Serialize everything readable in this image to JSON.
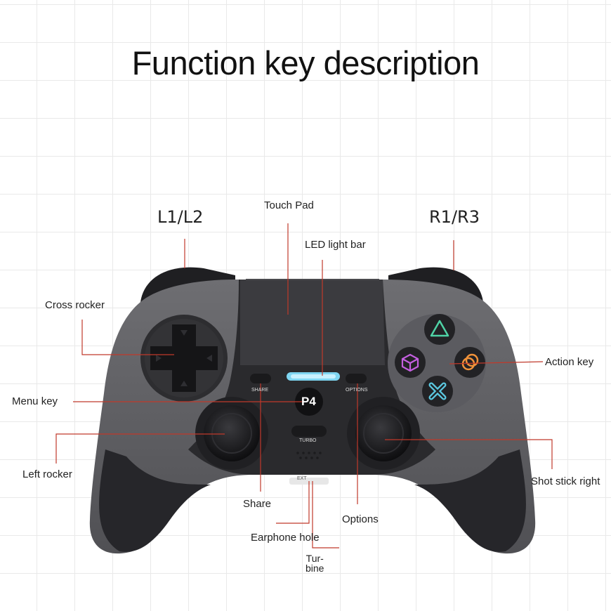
{
  "title": "Function key description",
  "labels": {
    "l1_l2": "L1/L2",
    "r1_r3": "R1/R3",
    "touch_pad": "Touch Pad",
    "led_light_bar": "LED light bar",
    "cross_rocker": "Cross rocker",
    "action_key": "Action key",
    "menu_key": "Menu key",
    "left_rocker": "Left rocker",
    "shot_stick_right": "Shot stick right",
    "share": "Share",
    "options": "Options",
    "earphone_hole": "Earphone hole",
    "turbine_line1": "Tur-",
    "turbine_line2": "bine"
  },
  "controller": {
    "share_button": "SHARE",
    "options_button": "OPTIONS",
    "home_button": "P4",
    "turbo_button": "TURBO",
    "ext_label": "EXT"
  },
  "icons": [
    "triangle-icon",
    "square-icon",
    "circle-icon",
    "cross-icon",
    "dpad-icon"
  ],
  "colors": {
    "background": "#ffffff",
    "grid": "#e9e9e9",
    "body": "#606064",
    "face": "#2a2a2d",
    "leader_line": "#c0392b",
    "led": "#7fd6f2",
    "triangle": "#4fd3a6",
    "square": "#c45fe0",
    "circle": "#f0923a",
    "cross": "#5bc8e0"
  }
}
